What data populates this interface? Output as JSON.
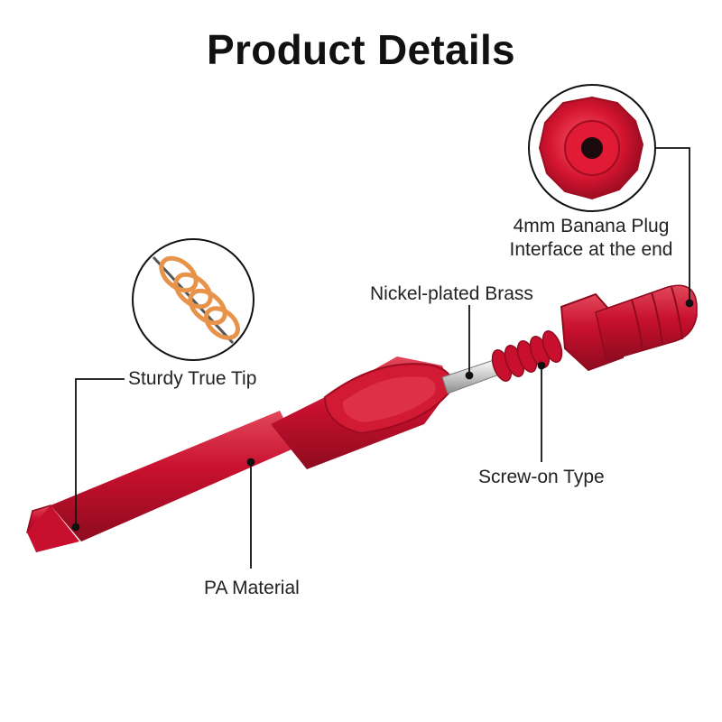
{
  "title": "Product Details",
  "labels": {
    "banana_plug": "4mm Banana Plug\nInterface at the end",
    "banana_plug_line1": "4mm Banana Plug",
    "banana_plug_line2": "Interface at the end",
    "nickel_brass": "Nickel-plated Brass",
    "sturdy_tip": "Sturdy True Tip",
    "screw_on": "Screw-on Type",
    "pa_material": "PA Material"
  },
  "colors": {
    "probe_red": "#c8102e",
    "probe_red_dark": "#8e0b1f",
    "probe_red_light": "#e2475a",
    "spring_orange": "#e8934a",
    "brass_silver": "#d9d9d9"
  }
}
